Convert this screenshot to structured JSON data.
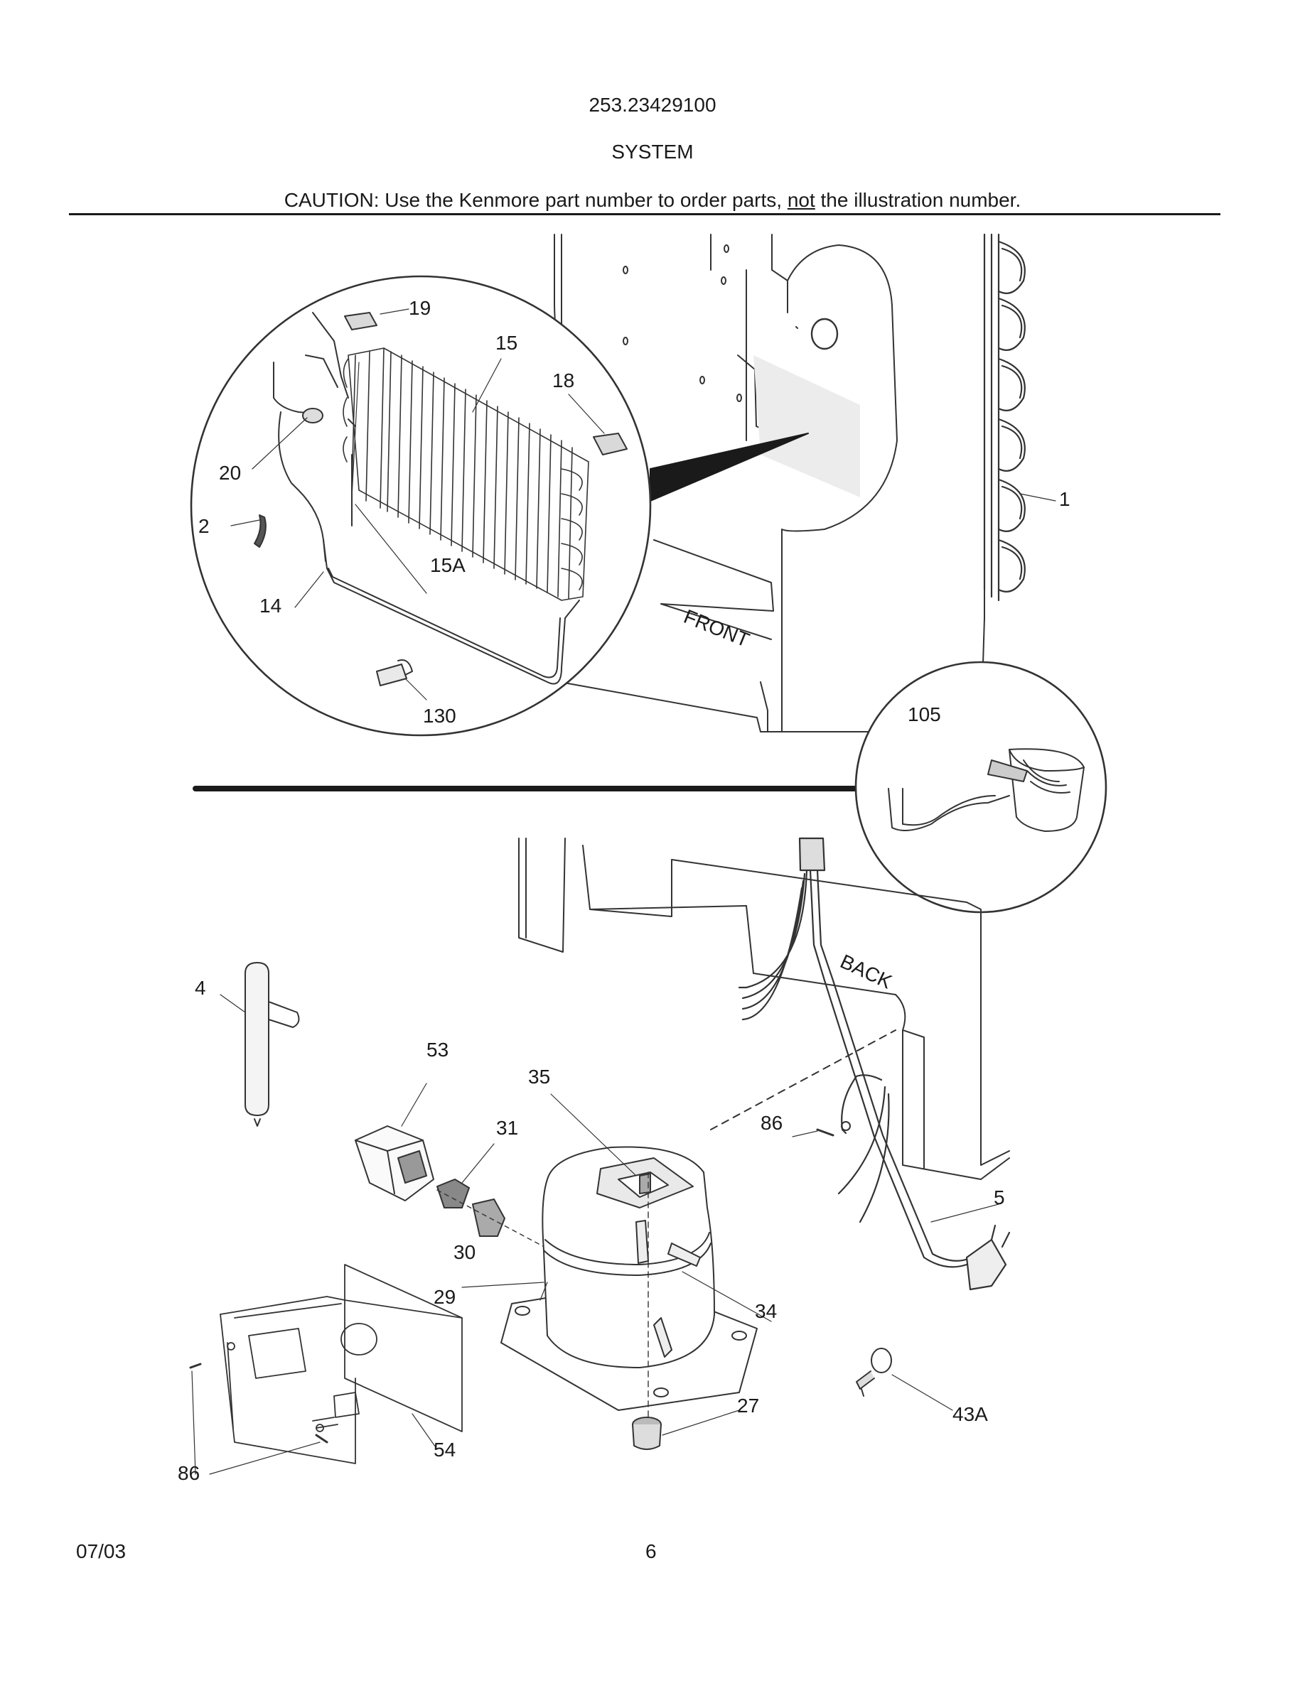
{
  "header": {
    "model_number": "253.23429100",
    "section_title": "SYSTEM",
    "caution_prefix": "CAUTION: Use the Kenmore part number to order parts, ",
    "caution_underlined": "not",
    "caution_suffix": " the illustration number."
  },
  "diagram": {
    "directions": {
      "front": "FRONT",
      "back": "BACK"
    },
    "callouts": {
      "c1": "1",
      "c2": "2",
      "c4": "4",
      "c5": "5",
      "c14": "14",
      "c15": "15",
      "c15a": "15A",
      "c18": "18",
      "c19": "19",
      "c20": "20",
      "c27": "27",
      "c29": "29",
      "c30": "30",
      "c31": "31",
      "c34": "34",
      "c35": "35",
      "c43a": "43A",
      "c53": "53",
      "c54": "54",
      "c86a": "86",
      "c86b": "86",
      "c105": "105",
      "c130": "130"
    }
  },
  "footer": {
    "date": "07/03",
    "page": "6"
  }
}
